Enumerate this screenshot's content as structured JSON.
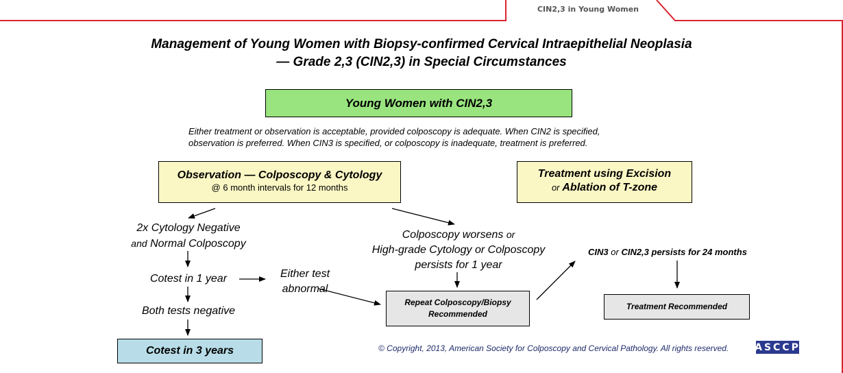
{
  "header": {
    "tab_label": "CIN2,3 in Young Women",
    "title_line1": "Management of Young Women with Biopsy-confirmed Cervical Intraepithelial Neoplasia",
    "title_line2": "— Grade 2,3 (CIN2,3) in Special Circumstances"
  },
  "colors": {
    "border": "#d9232d",
    "green": "#99e47f",
    "yellow": "#fbf7c5",
    "gray": "#e6e6e6",
    "blue": "#b8dde8",
    "logo": "#2b3a8f"
  },
  "diagram": {
    "root": "Young Women with CIN2,3",
    "note_line1": "Either treatment or observation is acceptable, provided colposcopy is adequate.  When CIN2 is specified,",
    "note_line2": "observation is preferred.  When CIN3 is specified, or colposcopy is inadequate, treatment is preferred.",
    "observation": {
      "main": "Observation — Colposcopy & Cytology",
      "sub": "@ 6 month intervals for 12 months"
    },
    "treatment": {
      "line1": "Treatment using Excision",
      "or": "or",
      "line2": "Ablation of T-zone"
    },
    "negative": {
      "line1": "2x Cytology Negative",
      "and": "and",
      "line2": "Normal Colposcopy"
    },
    "cotest_1yr": "Cotest in 1 year",
    "either_abnormal": {
      "line1": "Either test",
      "line2": "abnormal"
    },
    "both_negative": "Both tests negative",
    "cotest_3yr": "Cotest in 3 years",
    "worsens": {
      "line1": "Colposcopy worsens",
      "or": "or",
      "line2": "High-grade Cytology or Colposcopy",
      "line3": "persists for 1 year"
    },
    "repeat": {
      "line1": "Repeat Colposcopy/Biopsy",
      "line2": "Recommended"
    },
    "cin3": {
      "a": "CIN3",
      "or": "or",
      "b": "CIN2,3 persists for 24 months"
    },
    "treatment_recommended": "Treatment Recommended"
  },
  "footer": {
    "copyright": "© Copyright, 2013, American Society for Colposcopy and Cervical Pathology. All rights reserved.",
    "logo": "ASCCP"
  }
}
